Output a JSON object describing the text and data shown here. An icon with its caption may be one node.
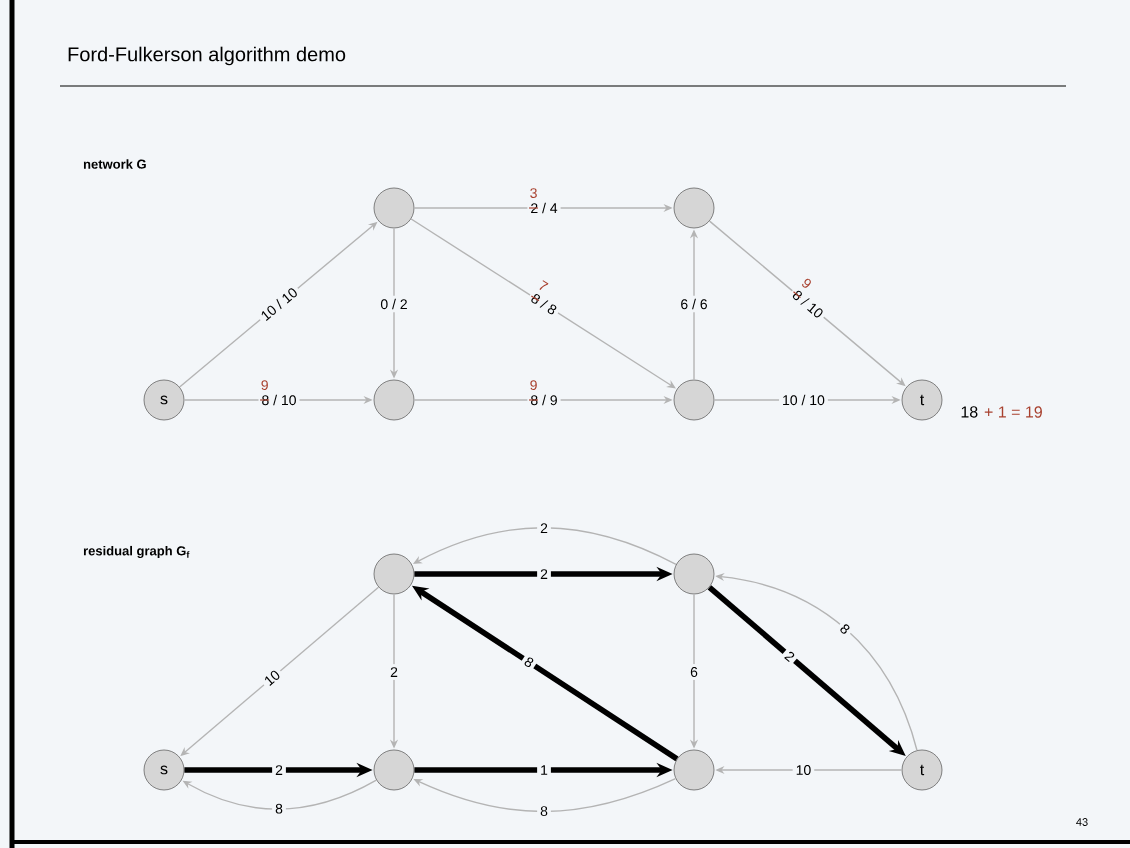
{
  "diagram": {
    "title": "Ford-Fulkerson algorithm demo",
    "nodes": [
      {
        "text": [],
        "shape": "circle"
      },
      {
        "text": [],
        "shape": "circle"
      },
      {
        "text": [
          "s"
        ]
      },
      {
        "text": [],
        "shape": "circle"
      },
      {
        "text": [],
        "shape": "circle"
      },
      {
        "text": [
          "t"
        ]
      },
      {
        "text": [],
        "shape": "circle"
      },
      {
        "text": [],
        "shape": "circle"
      },
      {
        "text": [
          "s"
        ]
      },
      {
        "text": [],
        "shape": "circle"
      },
      {
        "text": [],
        "shape": "circle"
      },
      {
        "text": [
          "t"
        ]
      }
    ],
    "edges": [
      {
        "from": 2,
        "to": 0,
        "arrow": "to",
        "label": "10 / 10"
      },
      {
        "from": 2,
        "to": 3,
        "arrow": "to",
        "label": "8 / 10"
      },
      {
        "from": 0,
        "to": 1,
        "arrow": "to",
        "label": "2 / 4"
      },
      {
        "from": 0,
        "to": 3,
        "arrow": "to",
        "label": "0 / 2"
      },
      {
        "from": 0,
        "to": 4,
        "arrow": "to",
        "label": "8 / 8"
      },
      {
        "from": 3,
        "to": 4,
        "arrow": "to",
        "label": "8 / 9"
      },
      {
        "from": 4,
        "to": 1,
        "arrow": "to",
        "label": "6 / 6"
      },
      {
        "from": 1,
        "to": 5,
        "arrow": "to",
        "label": "8 / 10"
      },
      {
        "from": 4,
        "to": 5,
        "arrow": "to",
        "label": "10 / 10"
      },
      {
        "from": 6,
        "to": 8,
        "arrow": "to",
        "label": "10"
      },
      {
        "from": 7,
        "to": 6,
        "arrow": "to",
        "label": "2"
      },
      {
        "from": 6,
        "to": 7,
        "arrow": "to",
        "label": "2",
        "style": "thick",
        "color": "#000000"
      },
      {
        "from": 6,
        "to": 9,
        "arrow": "to",
        "label": "2"
      },
      {
        "from": 10,
        "to": 6,
        "arrow": "to",
        "label": "8",
        "style": "thick",
        "color": "#000000"
      },
      {
        "from": 7,
        "to": 10,
        "arrow": "to",
        "label": "6"
      },
      {
        "from": 7,
        "to": 11,
        "arrow": "to",
        "label": "2",
        "style": "thick",
        "color": "#000000"
      },
      {
        "from": 11,
        "to": 7,
        "arrow": "to",
        "label": "8"
      },
      {
        "from": 8,
        "to": 9,
        "arrow": "to",
        "label": "2",
        "style": "thick",
        "color": "#000000"
      },
      {
        "from": 9,
        "to": 8,
        "arrow": "to",
        "label": "8"
      },
      {
        "from": 9,
        "to": 10,
        "arrow": "to",
        "label": "1",
        "style": "thick",
        "color": "#000000"
      },
      {
        "from": 10,
        "to": 9,
        "arrow": "to",
        "label": "8"
      },
      {
        "from": 11,
        "to": 10,
        "arrow": "to",
        "label": "10"
      }
    ],
    "labels": [
      "network G",
      "3",
      "7",
      "9",
      "9",
      "9",
      "18",
      "+ 1 = 19",
      "residual graph G$_{f}$",
      "43"
    ]
  }
}
